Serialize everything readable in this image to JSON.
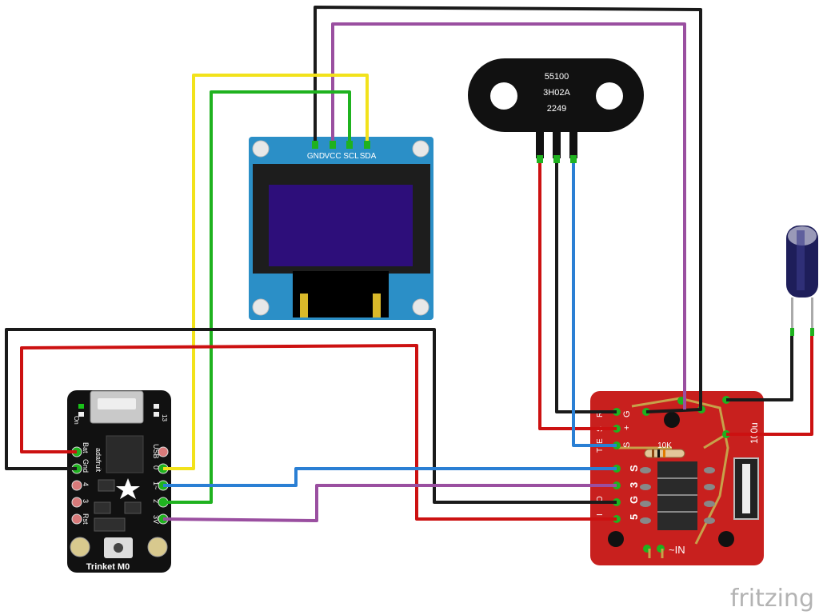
{
  "oled": {
    "pins": [
      "GND",
      "VCC",
      "SCL",
      "SDA"
    ]
  },
  "sensor": {
    "lines": [
      "55100",
      "3H02A",
      "2249"
    ]
  },
  "trinket": {
    "name": "Trinket M0",
    "brand": "adafruit",
    "left_pins": [
      "Bat",
      "Gnd",
      "4",
      "3",
      "Rst"
    ],
    "right_pins": [
      "USB",
      "0",
      "1~",
      "2",
      "3V"
    ],
    "top_left": "On",
    "top_right": "13"
  },
  "relay_board": {
    "top_pins": [
      "S",
      "+",
      "G"
    ],
    "left_labels": [
      "S",
      "5",
      "G",
      "3",
      "S"
    ],
    "left_edge": [
      "R",
      "S",
      "E",
      "T",
      "I",
      "O"
    ],
    "resistor": "10K",
    "bottom": "~IN",
    "cap_label": "100u",
    "side": "I"
  },
  "footer": {
    "logo": "fritzing"
  },
  "colors": {
    "black_wire": "#1a1a1a",
    "red_wire": "#cc1111",
    "yellow_wire": "#f2e21b",
    "green_wire": "#1fb21f",
    "blue_wire": "#2a7fd4",
    "purple_wire": "#9a4fa0",
    "oled_board": "#2b8fc7",
    "oled_screen": "#2d0e7a",
    "board_red": "#c8201e",
    "trinket_board": "#111111"
  }
}
